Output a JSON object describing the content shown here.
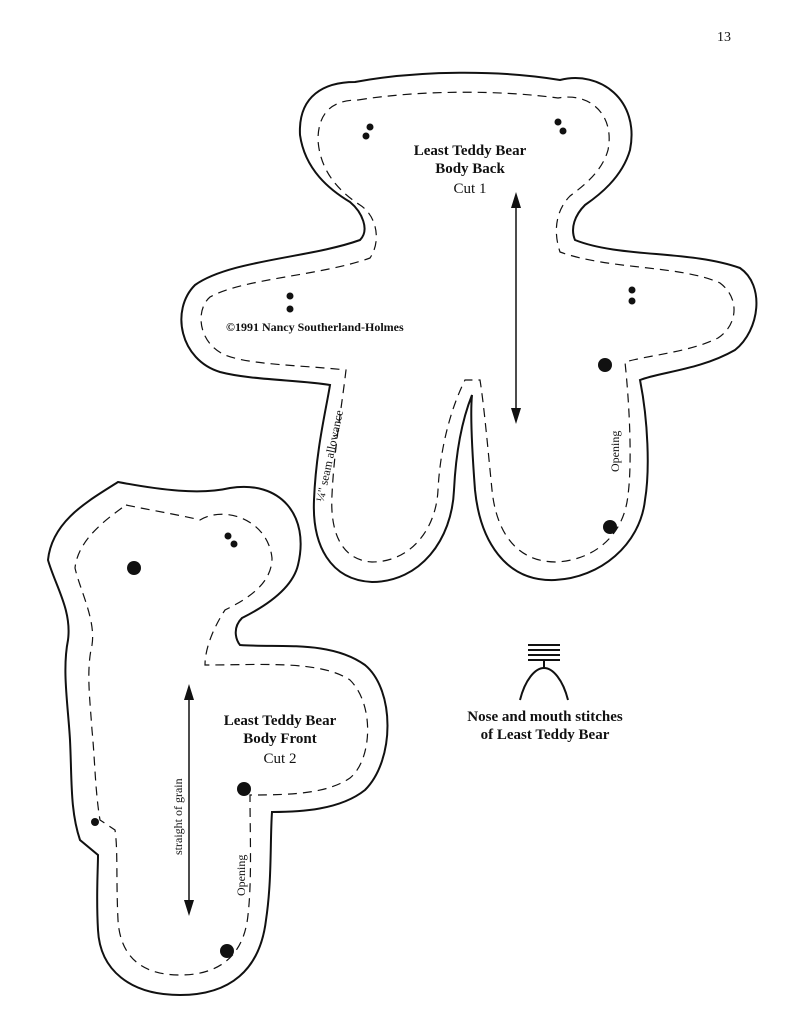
{
  "page_number": "13",
  "back_piece": {
    "title_line1": "Least Teddy Bear",
    "title_line2": "Body Back",
    "cut": "Cut 1",
    "copyright": "©1991 Nancy Southerland-Holmes",
    "seam_label": "¼\" seam allowance",
    "opening_label": "Opening"
  },
  "front_piece": {
    "title_line1": "Least Teddy Bear",
    "title_line2": "Body Front",
    "cut": "Cut 2",
    "grain_label": "straight of grain",
    "opening_label": "Opening"
  },
  "stitch_diagram": {
    "caption_line1": "Nose and mouth stitches",
    "caption_line2": "of Least Teddy Bear"
  }
}
